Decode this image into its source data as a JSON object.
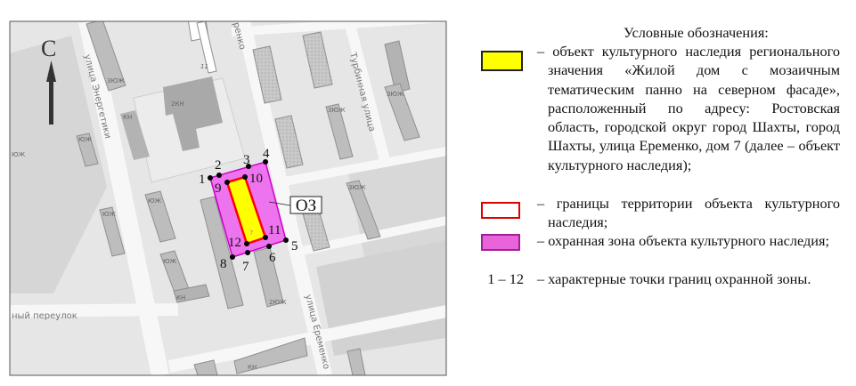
{
  "map": {
    "north_label": "С",
    "zone_label": "ОЗ",
    "streets": {
      "energetikov": "улица Энергетики",
      "eremenko": "улица Еременко",
      "eremenko_top": "ренко",
      "turbinnaya": "Турбинная улица",
      "pereulok": "ный переулок"
    },
    "building_labels": [
      "3ЮЖ",
      "2КН",
      "КН",
      "ЮЖ",
      "ЮЖ",
      "ЮЖ",
      "ЮЖ",
      "КН",
      "3ЮЖ",
      "3ЮЖ",
      "3ЮЖ",
      "2ЮЖ",
      "КН",
      "11",
      "7",
      "ЮЖ"
    ],
    "points": [
      "1",
      "2",
      "3",
      "4",
      "5",
      "6",
      "7",
      "8",
      "9",
      "10",
      "11",
      "12"
    ],
    "colors": {
      "object": "#ffff00",
      "object_border": "#ff0000",
      "zone": "#ee66ee",
      "zone_border": "#cc00cc"
    }
  },
  "legend": {
    "title": "Условные обозначения:",
    "items": [
      {
        "symbol": "yellow-rect",
        "text": "– объект культурного наследия регионального значения «Жилой дом с мозаичным тематическим панно на северном фасаде», расположенный по адресу: Ростовская область, городской округ город Шахты, город Шахты, улица Еременко, дом 7 (далее – объект культурного наследия);"
      },
      {
        "symbol": "red-outline-rect",
        "text": "– границы территории объекта культурного наследия;"
      },
      {
        "symbol": "pink-rect",
        "text": "– охранная зона объекта культурного наследия;"
      },
      {
        "symbol": "1 – 12",
        "text": "– характерные точки границ охранной зоны."
      }
    ]
  }
}
